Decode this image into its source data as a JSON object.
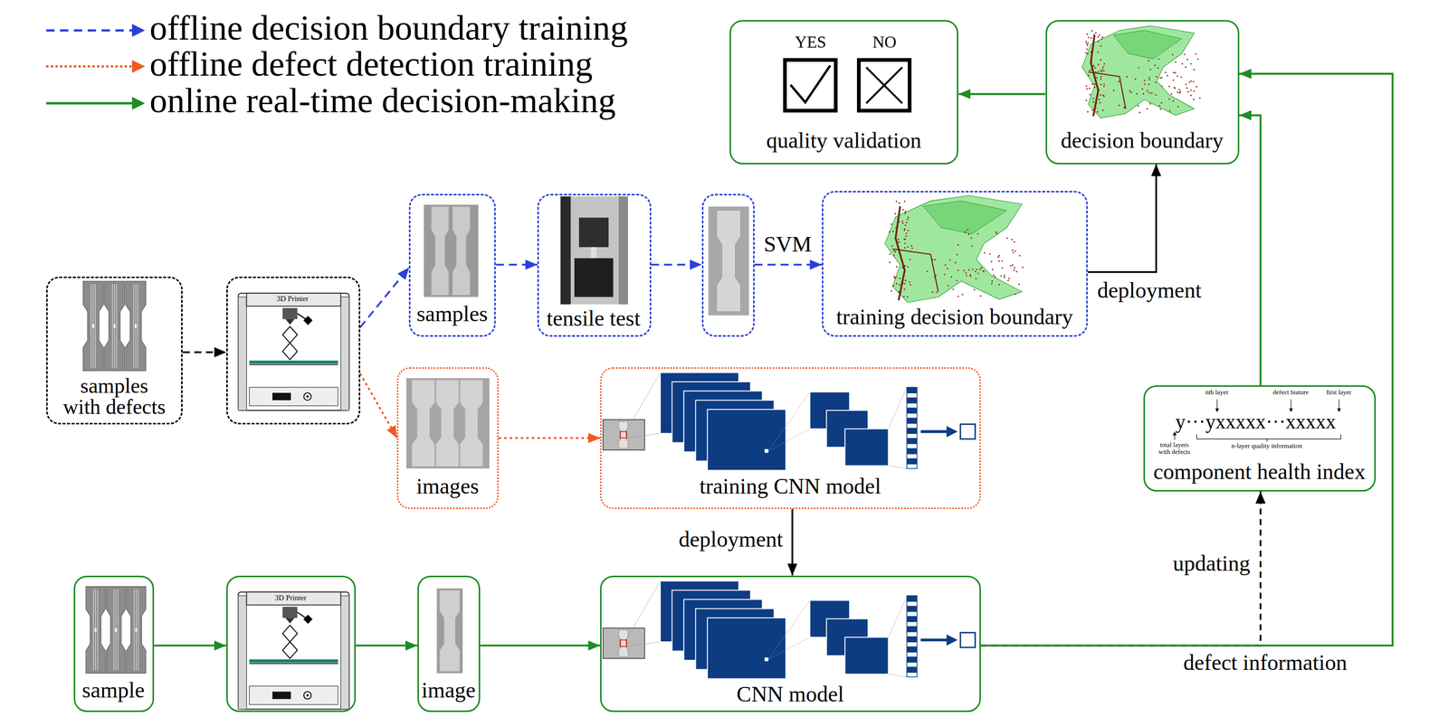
{
  "diagram": {
    "nodes": [
      {
        "text": [
          "YES",
          "NO",
          "quality validation"
        ]
      },
      {
        "text": [
          "decision boundary"
        ]
      },
      {
        "text": [
          "samples with defects"
        ]
      },
      {
        "text": [
          "3D Printer"
        ]
      },
      {
        "text": [
          "samples"
        ]
      },
      {
        "text": [
          "tensile test"
        ]
      },
      {
        "text": []
      },
      {
        "text": [
          "training decision boundary"
        ]
      },
      {
        "text": [
          "images"
        ]
      },
      {
        "text": [
          "training CNN model"
        ]
      },
      {
        "text": [
          "nth layer",
          "defect feature",
          "first layer",
          "y···yxxxxx···xxxxx",
          "total layers with defects",
          "n-layer quality information",
          "component health index"
        ]
      },
      {
        "text": [
          "sample"
        ]
      },
      {
        "text": [
          "3D Printer"
        ]
      },
      {
        "text": [
          "image"
        ]
      },
      {
        "text": [
          "CNN model"
        ]
      }
    ],
    "edges": [
      {
        "from": 2,
        "to": 3,
        "arrow": "to"
      },
      {
        "from": 3,
        "to": 4,
        "arrow": "to"
      },
      {
        "from": 4,
        "to": 5,
        "arrow": "to"
      },
      {
        "from": 5,
        "to": 6,
        "arrow": "to"
      },
      {
        "from": 6,
        "to": 7,
        "label": "SVM",
        "arrow": "to"
      },
      {
        "from": 7,
        "to": 1,
        "label": "deployment",
        "arrow": "to"
      },
      {
        "from": 3,
        "to": 8,
        "arrow": "to"
      },
      {
        "from": 8,
        "to": 9,
        "arrow": "to"
      },
      {
        "from": 9,
        "to": 14,
        "label": "deployment",
        "arrow": "to"
      },
      {
        "from": 11,
        "to": 12,
        "arrow": "to"
      },
      {
        "from": 12,
        "to": 13,
        "arrow": "to"
      },
      {
        "from": 13,
        "to": 14,
        "arrow": "to"
      },
      {
        "from": 14,
        "to": 10,
        "label": "updating",
        "arrow": "to"
      },
      {
        "from": 14,
        "to": 1,
        "label": "defect information",
        "arrow": "to"
      },
      {
        "from": 10,
        "to": 1,
        "arrow": "to"
      },
      {
        "from": 1,
        "to": 0,
        "arrow": "to"
      }
    ],
    "legend": [
      {
        "text": "offline decision boundary training"
      },
      {
        "text": "offline defect detection training"
      },
      {
        "text": "online real-time decision-making"
      }
    ]
  }
}
